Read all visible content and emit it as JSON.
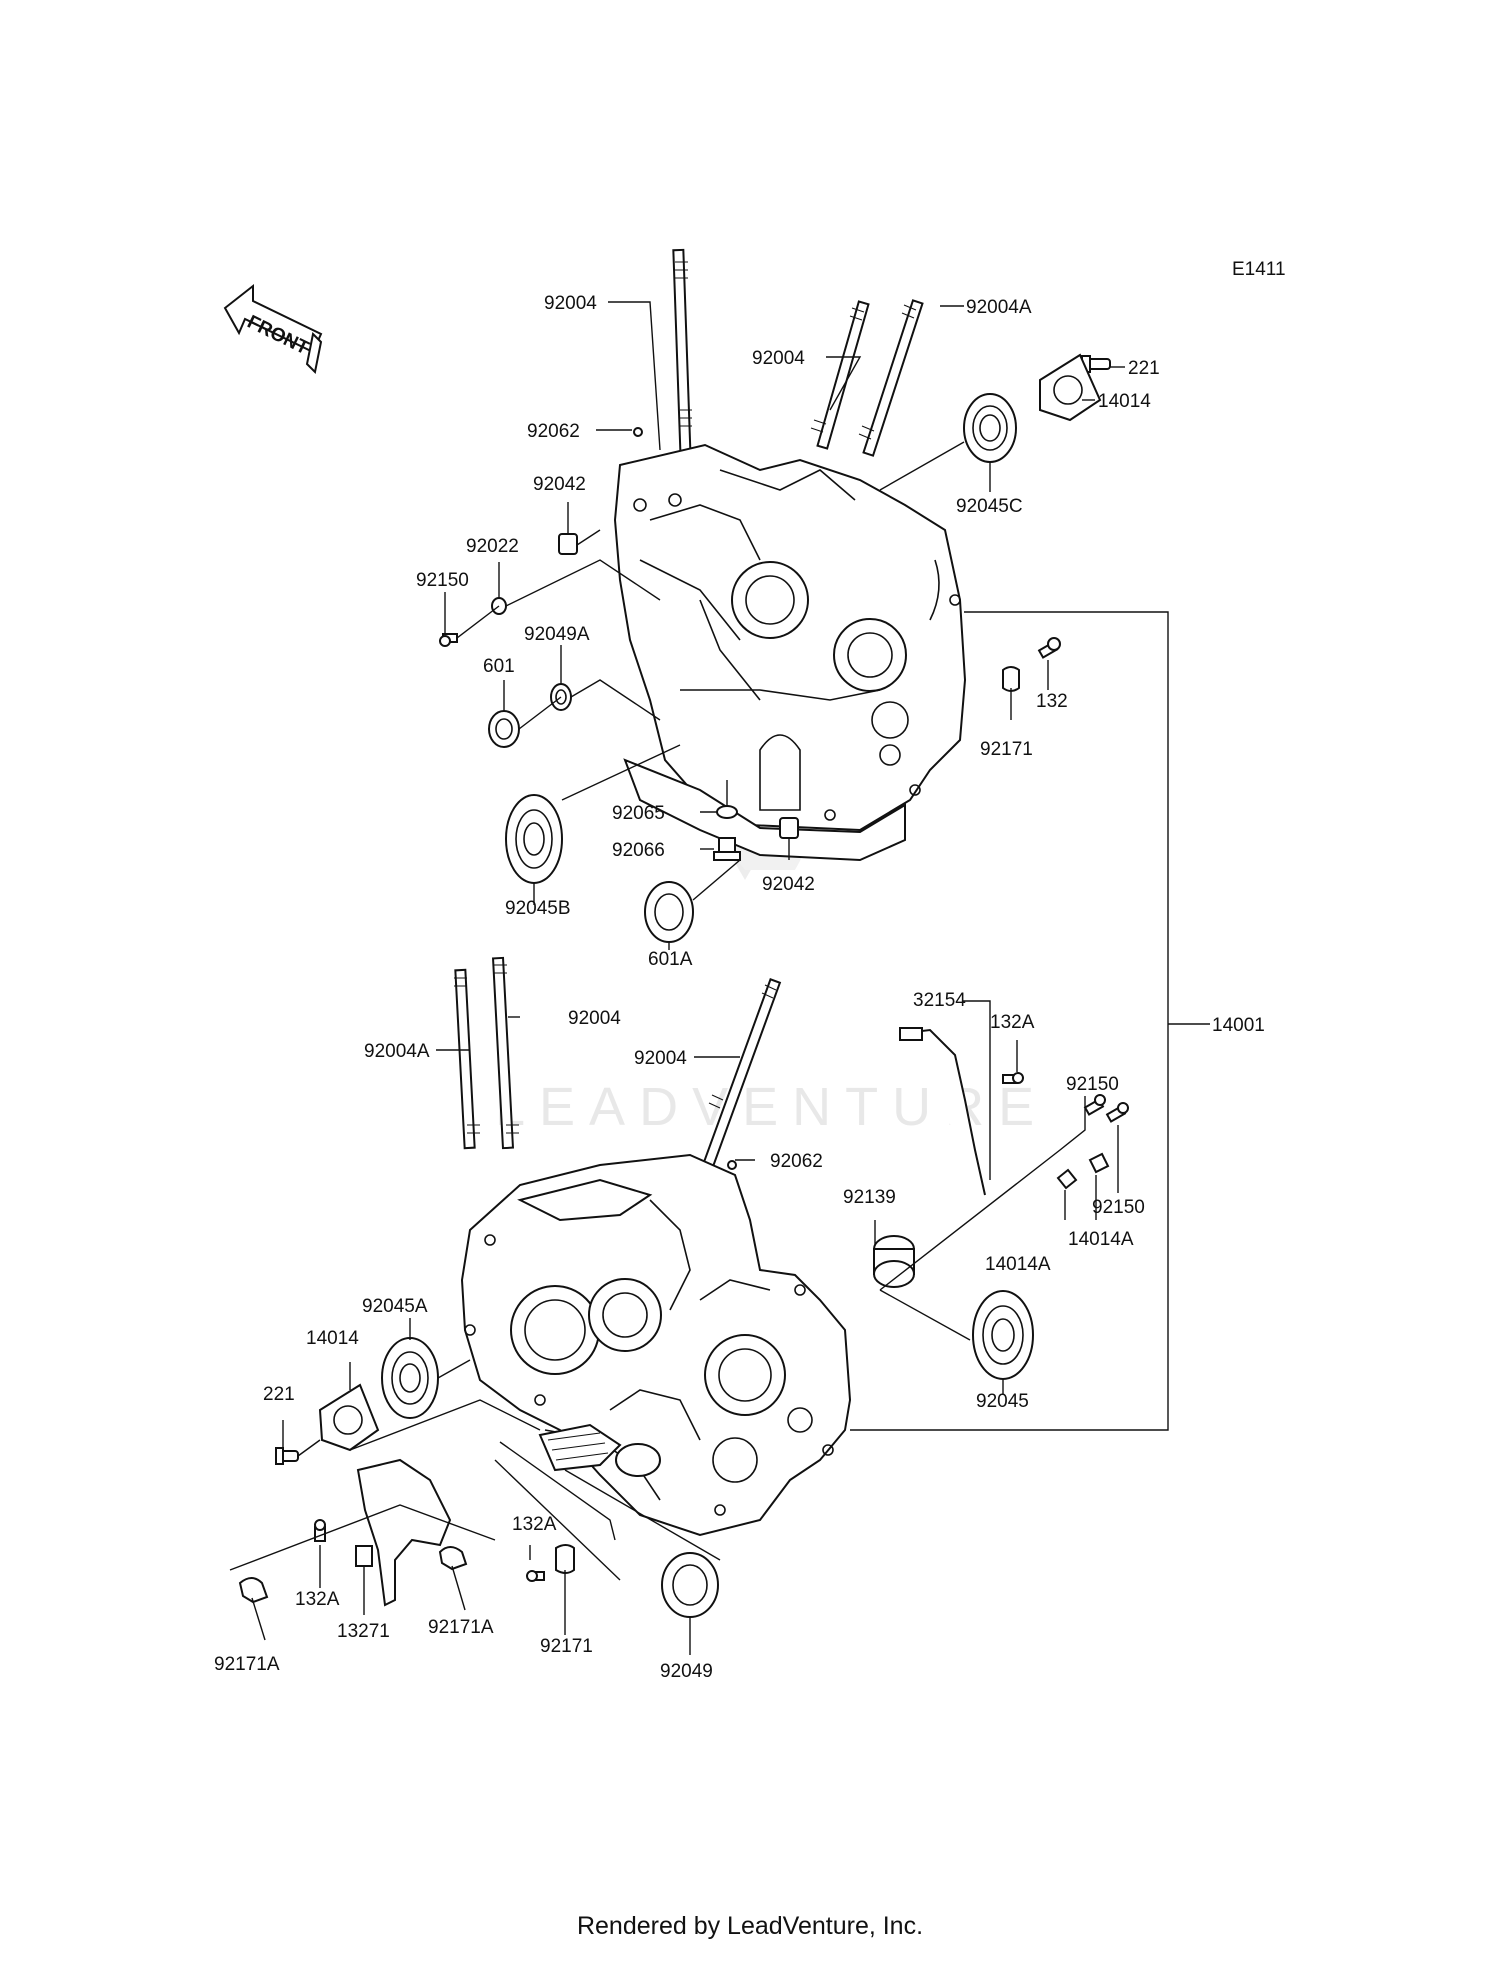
{
  "diagram_code": "E1411",
  "front_arrow_label": "FRONT",
  "watermark": "LEADVENTURE",
  "footer": "Rendered by LeadVenture, Inc.",
  "callouts": [
    {
      "id": "c1",
      "text": "92004"
    },
    {
      "id": "c2",
      "text": "92004"
    },
    {
      "id": "c3",
      "text": "92004A"
    },
    {
      "id": "c4",
      "text": "221"
    },
    {
      "id": "c5",
      "text": "14014"
    },
    {
      "id": "c6",
      "text": "92062"
    },
    {
      "id": "c7",
      "text": "92042"
    },
    {
      "id": "c8",
      "text": "92045C"
    },
    {
      "id": "c9",
      "text": "92022"
    },
    {
      "id": "c10",
      "text": "92150"
    },
    {
      "id": "c11",
      "text": "92049A"
    },
    {
      "id": "c12",
      "text": "601"
    },
    {
      "id": "c13",
      "text": "132"
    },
    {
      "id": "c14",
      "text": "92171"
    },
    {
      "id": "c15",
      "text": "92065"
    },
    {
      "id": "c16",
      "text": "92066"
    },
    {
      "id": "c17",
      "text": "92042"
    },
    {
      "id": "c18",
      "text": "92045B"
    },
    {
      "id": "c19",
      "text": "601A"
    },
    {
      "id": "c20",
      "text": "92004"
    },
    {
      "id": "c21",
      "text": "92004A"
    },
    {
      "id": "c22",
      "text": "32154"
    },
    {
      "id": "c23",
      "text": "132A"
    },
    {
      "id": "c24",
      "text": "14001"
    },
    {
      "id": "c25",
      "text": "92004"
    },
    {
      "id": "c26",
      "text": "92150"
    },
    {
      "id": "c27",
      "text": "92062"
    },
    {
      "id": "c28",
      "text": "92139"
    },
    {
      "id": "c29",
      "text": "92150"
    },
    {
      "id": "c30",
      "text": "14014A"
    },
    {
      "id": "c31",
      "text": "14014A"
    },
    {
      "id": "c32",
      "text": "92045A"
    },
    {
      "id": "c33",
      "text": "14014"
    },
    {
      "id": "c34",
      "text": "92045"
    },
    {
      "id": "c35",
      "text": "221"
    },
    {
      "id": "c36",
      "text": "132A"
    },
    {
      "id": "c37",
      "text": "132A"
    },
    {
      "id": "c38",
      "text": "13271"
    },
    {
      "id": "c39",
      "text": "92171A"
    },
    {
      "id": "c40",
      "text": "92171"
    },
    {
      "id": "c41",
      "text": "92171A"
    },
    {
      "id": "c42",
      "text": "92049"
    }
  ]
}
